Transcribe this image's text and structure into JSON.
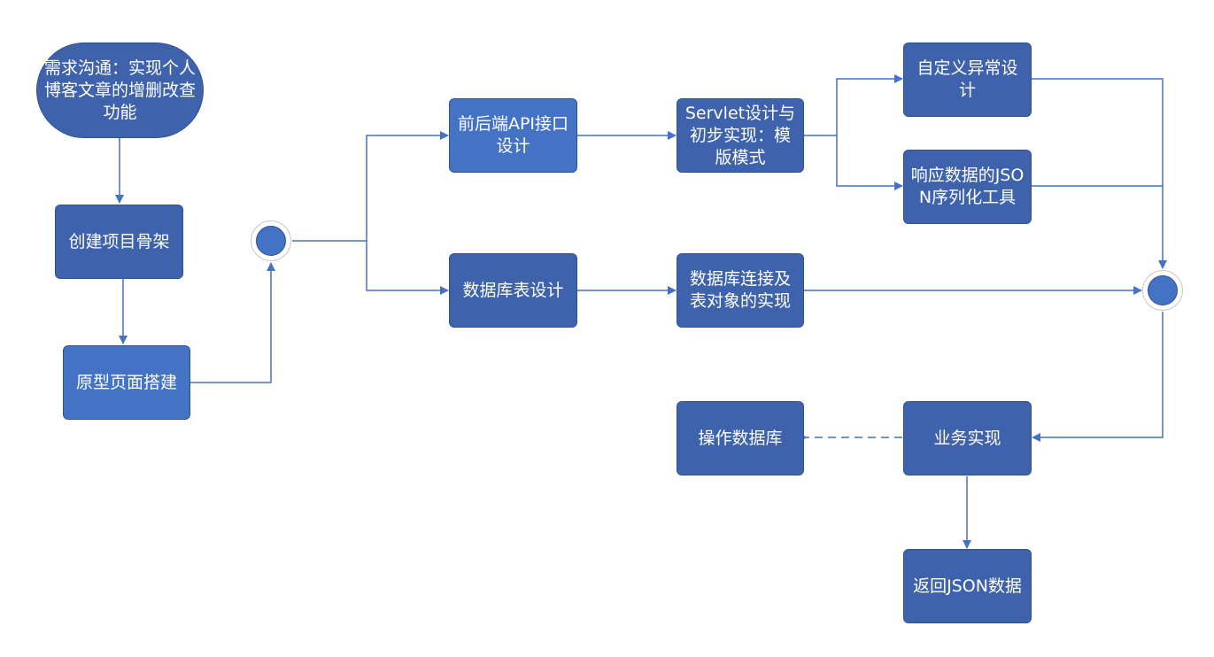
{
  "diagram": {
    "colors": {
      "node_fill": "#3f62ad",
      "node_fill_light": "#4472c4",
      "node_border": "#2f528f",
      "edge": "#4472c4",
      "text": "#ffffff"
    },
    "nodes": {
      "requirement": "需求沟通：实现个人博客文章的增删改查功能",
      "create_skeleton": "创建项目骨架",
      "prototype": "原型页面搭建",
      "api_design": "前后端API接口设计",
      "db_design": "数据库表设计",
      "servlet": "Servlet设计与初步实现：模版模式",
      "db_connect": "数据库连接及表对象的实现",
      "custom_exception": "自定义异常设计",
      "json_tool": "响应数据的JSON序列化工具",
      "business": "业务实现",
      "operate_db": "操作数据库",
      "return_json": "返回JSON数据"
    }
  }
}
